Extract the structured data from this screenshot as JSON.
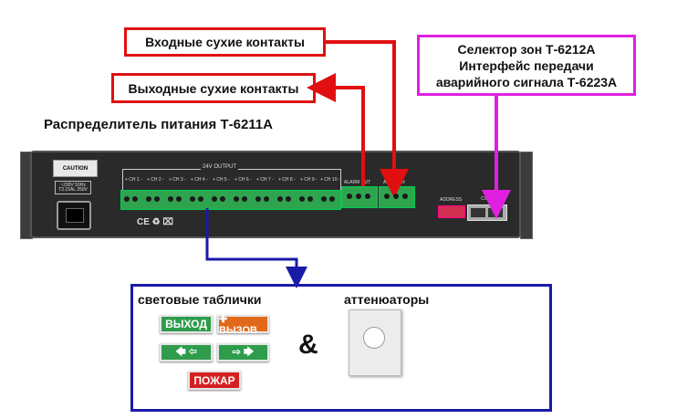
{
  "labels": {
    "input_contacts": "Входные сухие контакты",
    "output_contacts": "Выходные сухие контакты",
    "selector_line1": "Селектор зон Т-6212А",
    "selector_line2": "Интерфейс передачи",
    "selector_line3": "аварийного сигнала Т-6223А",
    "device_title": "Распределитель питания Т-6211А",
    "lights_title": "световые таблички",
    "attenuators_title": "аттенюаторы",
    "ampersand": "&"
  },
  "device": {
    "caution": "CAUTION",
    "fuse": "~230V 50Hz T3.15AL 250V",
    "output_label": "24V OUTPUT",
    "channels": [
      "+ CH 1 -",
      "+ CH 2 -",
      "+ CH 3 -",
      "+ CH 4 -",
      "+ CH 5 -",
      "+ CH 6 -",
      "+ CH 7 -",
      "+ CH 8 -",
      "+ CH 9 -",
      "+ CH 10 -"
    ],
    "alarm_out": "ALARM OUT",
    "alarm_in": "ALARM IN",
    "address": "ADDRESS",
    "com": "COM",
    "marks": "CE  ♻  ⌧"
  },
  "signs": {
    "exit": "ВЫХОД",
    "call": "✚ ВЫЗОВ",
    "left": "🡄 ⇦",
    "right": "⇨ 🡆",
    "fire": "ПОЖАР"
  },
  "colors": {
    "red": "#e01010",
    "magenta": "#e020e0",
    "blue": "#1a1aa8"
  }
}
